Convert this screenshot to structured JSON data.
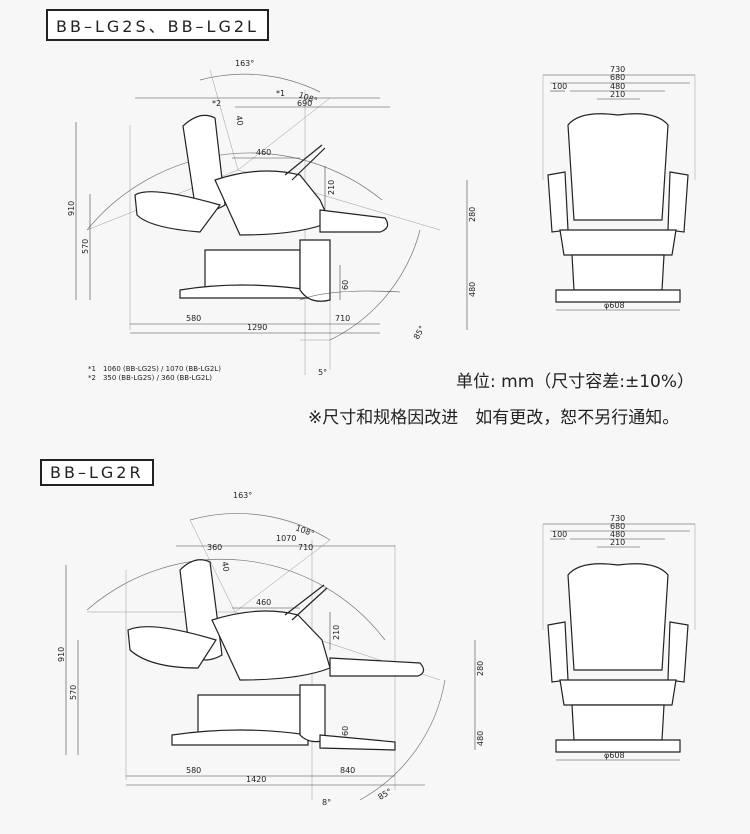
{
  "models": {
    "top": "BB–LG2S、BB–LG2L",
    "bottom": "BB–LG2R"
  },
  "notes": {
    "unit": "单位: mm（尺寸容差:±10%）",
    "change": "※尺寸和规格因改进　如有更改，恕不另行通知。",
    "fn1": "*1　1060 (BB-LG2S) / 1070 (BB-LG2L)",
    "fn2": "*2　350 (BB-LG2S) / 360 (BB-LG2L)"
  },
  "top_side": {
    "angle_163": "163°",
    "angle_108": "108°",
    "star1": "*1",
    "star2": "*2",
    "d690": "690",
    "d40": "40",
    "d460": "460",
    "d210": "210",
    "d910": "910",
    "d570": "570",
    "d280": "280",
    "d480": "480",
    "d60": "60",
    "d580": "580",
    "d710": "710",
    "d1290": "1290",
    "angle_85": "85°",
    "angle_5": "5°"
  },
  "bottom_side": {
    "angle_163": "163°",
    "angle_108": "108°",
    "d360": "360",
    "d1070": "1070",
    "d710": "710",
    "d40": "40",
    "d460": "460",
    "d210": "210",
    "d910": "910",
    "d570": "570",
    "d280": "280",
    "d480": "480",
    "d60": "60",
    "d580": "580",
    "d840": "840",
    "d1420": "1420",
    "angle_85": "85°",
    "angle_8": "8°"
  },
  "front": {
    "d730": "730",
    "d680": "680",
    "d100": "100",
    "d480": "480",
    "d210": "210",
    "d608": "φ608"
  }
}
